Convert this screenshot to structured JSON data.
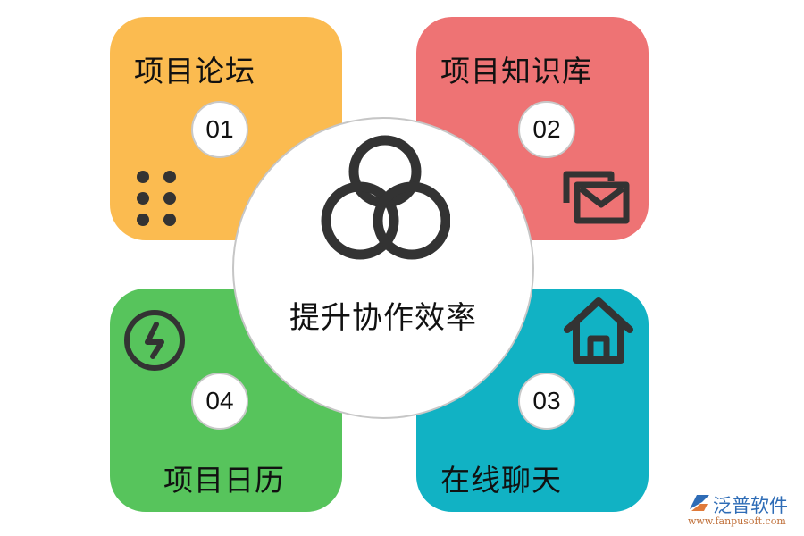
{
  "colors": {
    "card_1": "#fbbb50",
    "card_2": "#ee7374",
    "card_3": "#11b2c4",
    "card_4": "#57c45c",
    "icon": "#333333"
  },
  "center": {
    "title": "提升协作效率",
    "icon": "three-circles-icon"
  },
  "cards": [
    {
      "number": "01",
      "title": "项目论坛",
      "icon": "dots-grid-icon"
    },
    {
      "number": "02",
      "title": "项目知识库",
      "icon": "mail-stack-icon"
    },
    {
      "number": "03",
      "title": "在线聊天",
      "icon": "home-icon"
    },
    {
      "number": "04",
      "title": "项目日历",
      "icon": "lightning-circle-icon"
    }
  ],
  "watermark": {
    "name": "泛普软件",
    "url": "www.fanpusoft.com"
  }
}
